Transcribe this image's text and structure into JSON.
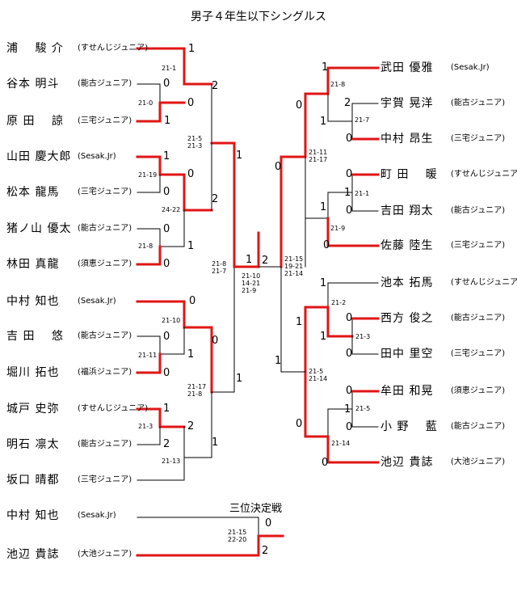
{
  "title": "男子４年生以下シングルス",
  "players": [
    {
      "name": "浦　 駿 介",
      "team": "(すせんじジュニア)"
    },
    {
      "name": "谷本 明斗",
      "team": "(能古ジュニア)"
    },
    {
      "name": "原 田 　諒",
      "team": "(三宅ジュニア)"
    },
    {
      "name": "山田 慶大郎",
      "team": "(Sesak.Jr)"
    },
    {
      "name": "松本 龍馬",
      "team": "(三宅ジュニア)"
    },
    {
      "name": "猪ノ山 優太",
      "team": "(能古ジュニア)"
    },
    {
      "name": "林田 真龍",
      "team": "(須恵ジュニア)"
    },
    {
      "name": "中村 知也",
      "team": "(Sesak.Jr)"
    },
    {
      "name": "吉 田 　悠",
      "team": "(能古ジュニア)"
    },
    {
      "name": "堀川 拓也",
      "team": "(福浜ジュニア)"
    },
    {
      "name": "城戸 史弥",
      "team": "(すせんじジュニア)"
    },
    {
      "name": "明石 凛太",
      "team": "(能古ジュニア)"
    },
    {
      "name": "坂口 晴都",
      "team": "(三宅ジュニア)"
    },
    {
      "name": "武田 優雅",
      "team": "(Sesak.Jr)"
    },
    {
      "name": "宇賀 晃洋",
      "team": "(能古ジュニア)"
    },
    {
      "name": "中村 昂生",
      "team": "(三宅ジュニア)"
    },
    {
      "name": "町 田 　暖",
      "team": "(すせんじジュニア)"
    },
    {
      "name": "吉田 翔太",
      "team": "(能古ジュニア)"
    },
    {
      "name": "佐藤 陸生",
      "team": "(三宅ジュニア)"
    },
    {
      "name": "池本 拓馬",
      "team": "(すせんじジュニア)"
    },
    {
      "name": "西方 俊之",
      "team": "(能古ジュニア)"
    },
    {
      "name": "田中 里空",
      "team": "(三宅ジュニア)"
    },
    {
      "name": "牟田 和晃",
      "team": "(須恵ジュニア)"
    },
    {
      "name": "小 野 　藍",
      "team": "(能古ジュニア)"
    },
    {
      "name": "池辺 貴誌",
      "team": "(大池ジュニア)"
    },
    {
      "name": "中村 知也",
      "team": "(Sesak.Jr)"
    },
    {
      "name": "池辺 貴誌",
      "team": "(大池ジュニア)"
    }
  ],
  "third_place": {
    "label": "三位決定戦"
  },
  "scores": [
    "1",
    "0",
    "0",
    "1",
    "2",
    "1",
    "0",
    "0",
    "0",
    "1",
    "0",
    "2",
    "1",
    "0",
    "0",
    "1",
    "0",
    "0",
    "1",
    "2",
    "2",
    "1",
    "1",
    "0",
    "0",
    "1",
    "2",
    "1",
    "0",
    "0",
    "1",
    "1",
    "0",
    "0",
    "1",
    "1",
    "0",
    "1",
    "0",
    "1",
    "0",
    "1",
    "0",
    "0",
    "0",
    "1",
    "2",
    "0",
    "2"
  ],
  "details": [
    "21-1",
    "21-0",
    "21-19",
    "24-22",
    "21-8",
    "21-5\n21-3",
    "21-10",
    "21-11",
    "21-3",
    "21-13",
    "21-17\n21-8",
    "21-8\n21-7",
    "21-10\n14-21\n21-9",
    "21-8",
    "21-7",
    "21-1",
    "21-9",
    "21-11\n21-17",
    "21-2",
    "21-3",
    "21-5",
    "21-14",
    "21-5\n21-14",
    "21-15\n19-21\n21-14",
    "21-15\n22-20"
  ]
}
